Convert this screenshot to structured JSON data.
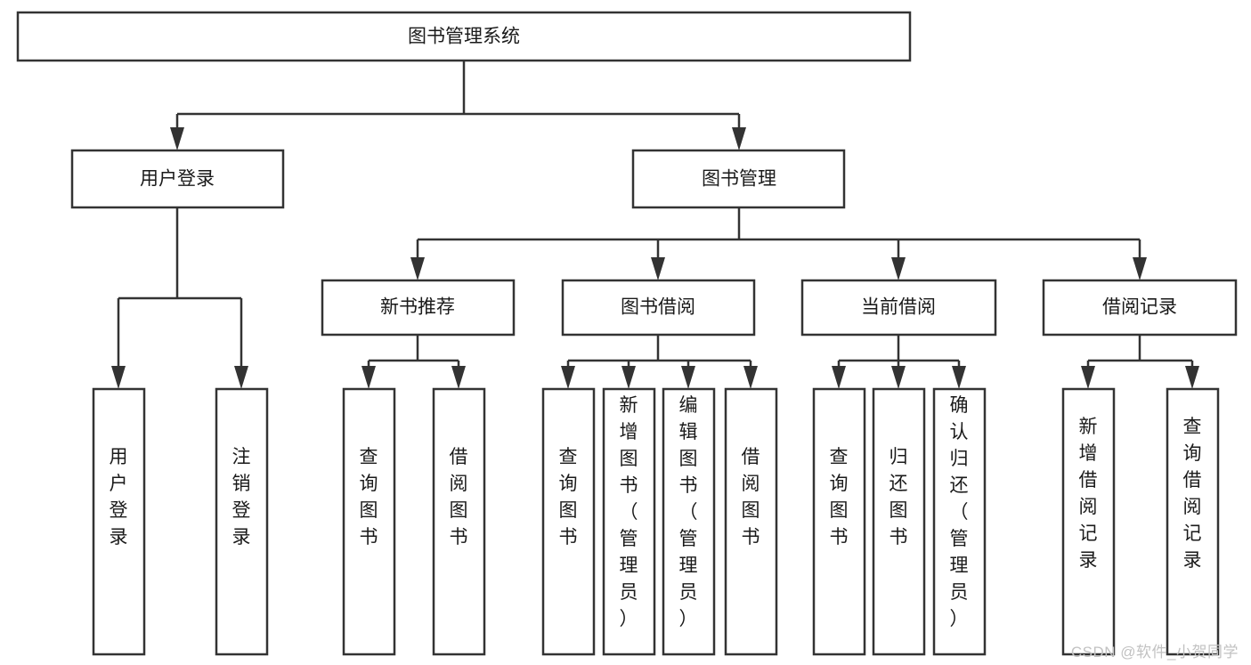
{
  "diagram": {
    "type": "tree-hierarchy-chart",
    "title": "图书管理系统",
    "orientation": "top-down",
    "box_fill": "#ffffff",
    "box_stroke": "#333333",
    "text_color": "#1a1a1a",
    "levels": [
      {
        "level": 1,
        "nodes": [
          {
            "id": "root",
            "label": "图书管理系统",
            "text_mode": "horizontal"
          }
        ]
      },
      {
        "level": 2,
        "nodes": [
          {
            "id": "login",
            "label": "用户登录",
            "text_mode": "horizontal",
            "parent": "root"
          },
          {
            "id": "bookmgmt",
            "label": "图书管理",
            "text_mode": "horizontal",
            "parent": "root"
          }
        ]
      },
      {
        "level": 3,
        "nodes": [
          {
            "id": "newbook",
            "label": "新书推荐",
            "text_mode": "horizontal",
            "parent": "bookmgmt"
          },
          {
            "id": "borrow",
            "label": "图书借阅",
            "text_mode": "horizontal",
            "parent": "bookmgmt"
          },
          {
            "id": "current",
            "label": "当前借阅",
            "text_mode": "horizontal",
            "parent": "bookmgmt"
          },
          {
            "id": "records",
            "label": "借阅记录",
            "text_mode": "horizontal",
            "parent": "bookmgmt"
          }
        ]
      },
      {
        "level": 4,
        "nodes": [
          {
            "id": "leaf1",
            "label": "用户登录",
            "text_mode": "vertical",
            "parent": "login"
          },
          {
            "id": "leaf2",
            "label": "注销登录",
            "text_mode": "vertical",
            "parent": "login"
          },
          {
            "id": "leaf3",
            "label": "查询图书",
            "text_mode": "vertical",
            "parent": "newbook"
          },
          {
            "id": "leaf4",
            "label": "借阅图书",
            "text_mode": "vertical",
            "parent": "newbook"
          },
          {
            "id": "leaf5",
            "label": "查询图书",
            "text_mode": "vertical",
            "parent": "borrow"
          },
          {
            "id": "leaf6",
            "label": "新增图书（管理员）",
            "text_mode": "vertical",
            "parent": "borrow"
          },
          {
            "id": "leaf7",
            "label": "编辑图书（管理员）",
            "text_mode": "vertical",
            "parent": "borrow"
          },
          {
            "id": "leaf8",
            "label": "借阅图书",
            "text_mode": "vertical",
            "parent": "borrow"
          },
          {
            "id": "leaf9",
            "label": "查询图书",
            "text_mode": "vertical",
            "parent": "current"
          },
          {
            "id": "leaf10",
            "label": "归还图书",
            "text_mode": "vertical",
            "parent": "current"
          },
          {
            "id": "leaf11",
            "label": "确认归还（管理员）",
            "text_mode": "vertical",
            "parent": "current"
          },
          {
            "id": "leaf12",
            "label": "新增借阅记录",
            "text_mode": "vertical",
            "parent": "records"
          },
          {
            "id": "leaf13",
            "label": "查询借阅记录",
            "text_mode": "vertical",
            "parent": "records"
          }
        ]
      }
    ]
  },
  "watermark": {
    "label": "CSDN @软件_小贺同学",
    "color": "#c2c2c2"
  }
}
